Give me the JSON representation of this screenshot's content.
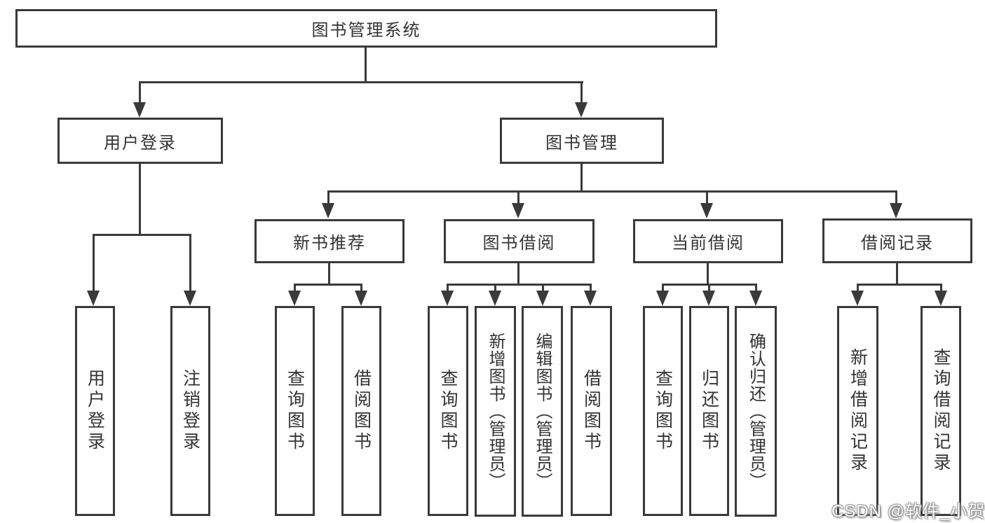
{
  "diagram": {
    "root": {
      "label": "图书管理系统"
    },
    "level2": [
      {
        "label": "用户登录"
      },
      {
        "label": "图书管理"
      }
    ],
    "level3": [
      {
        "label": "新书推荐"
      },
      {
        "label": "图书借阅"
      },
      {
        "label": "当前借阅"
      },
      {
        "label": "借阅记录"
      }
    ],
    "leaves": [
      {
        "label": "用户登录"
      },
      {
        "label": "注销登录"
      },
      {
        "label": "查询图书"
      },
      {
        "label": "借阅图书"
      },
      {
        "label": "查询图书"
      },
      {
        "label": "新增图书（管理员）"
      },
      {
        "label": "编辑图书（管理员）"
      },
      {
        "label": "借阅图书"
      },
      {
        "label": "查询图书"
      },
      {
        "label": "归还图书"
      },
      {
        "label": "确认归还（管理员）"
      },
      {
        "label": "新增借阅记录"
      },
      {
        "label": "查询借阅记录"
      }
    ],
    "colors": {
      "line": "#3a3a3a",
      "text": "#333333",
      "background": "#ffffff"
    },
    "watermark": {
      "text": "CSDN @软件_小贺同学"
    }
  }
}
